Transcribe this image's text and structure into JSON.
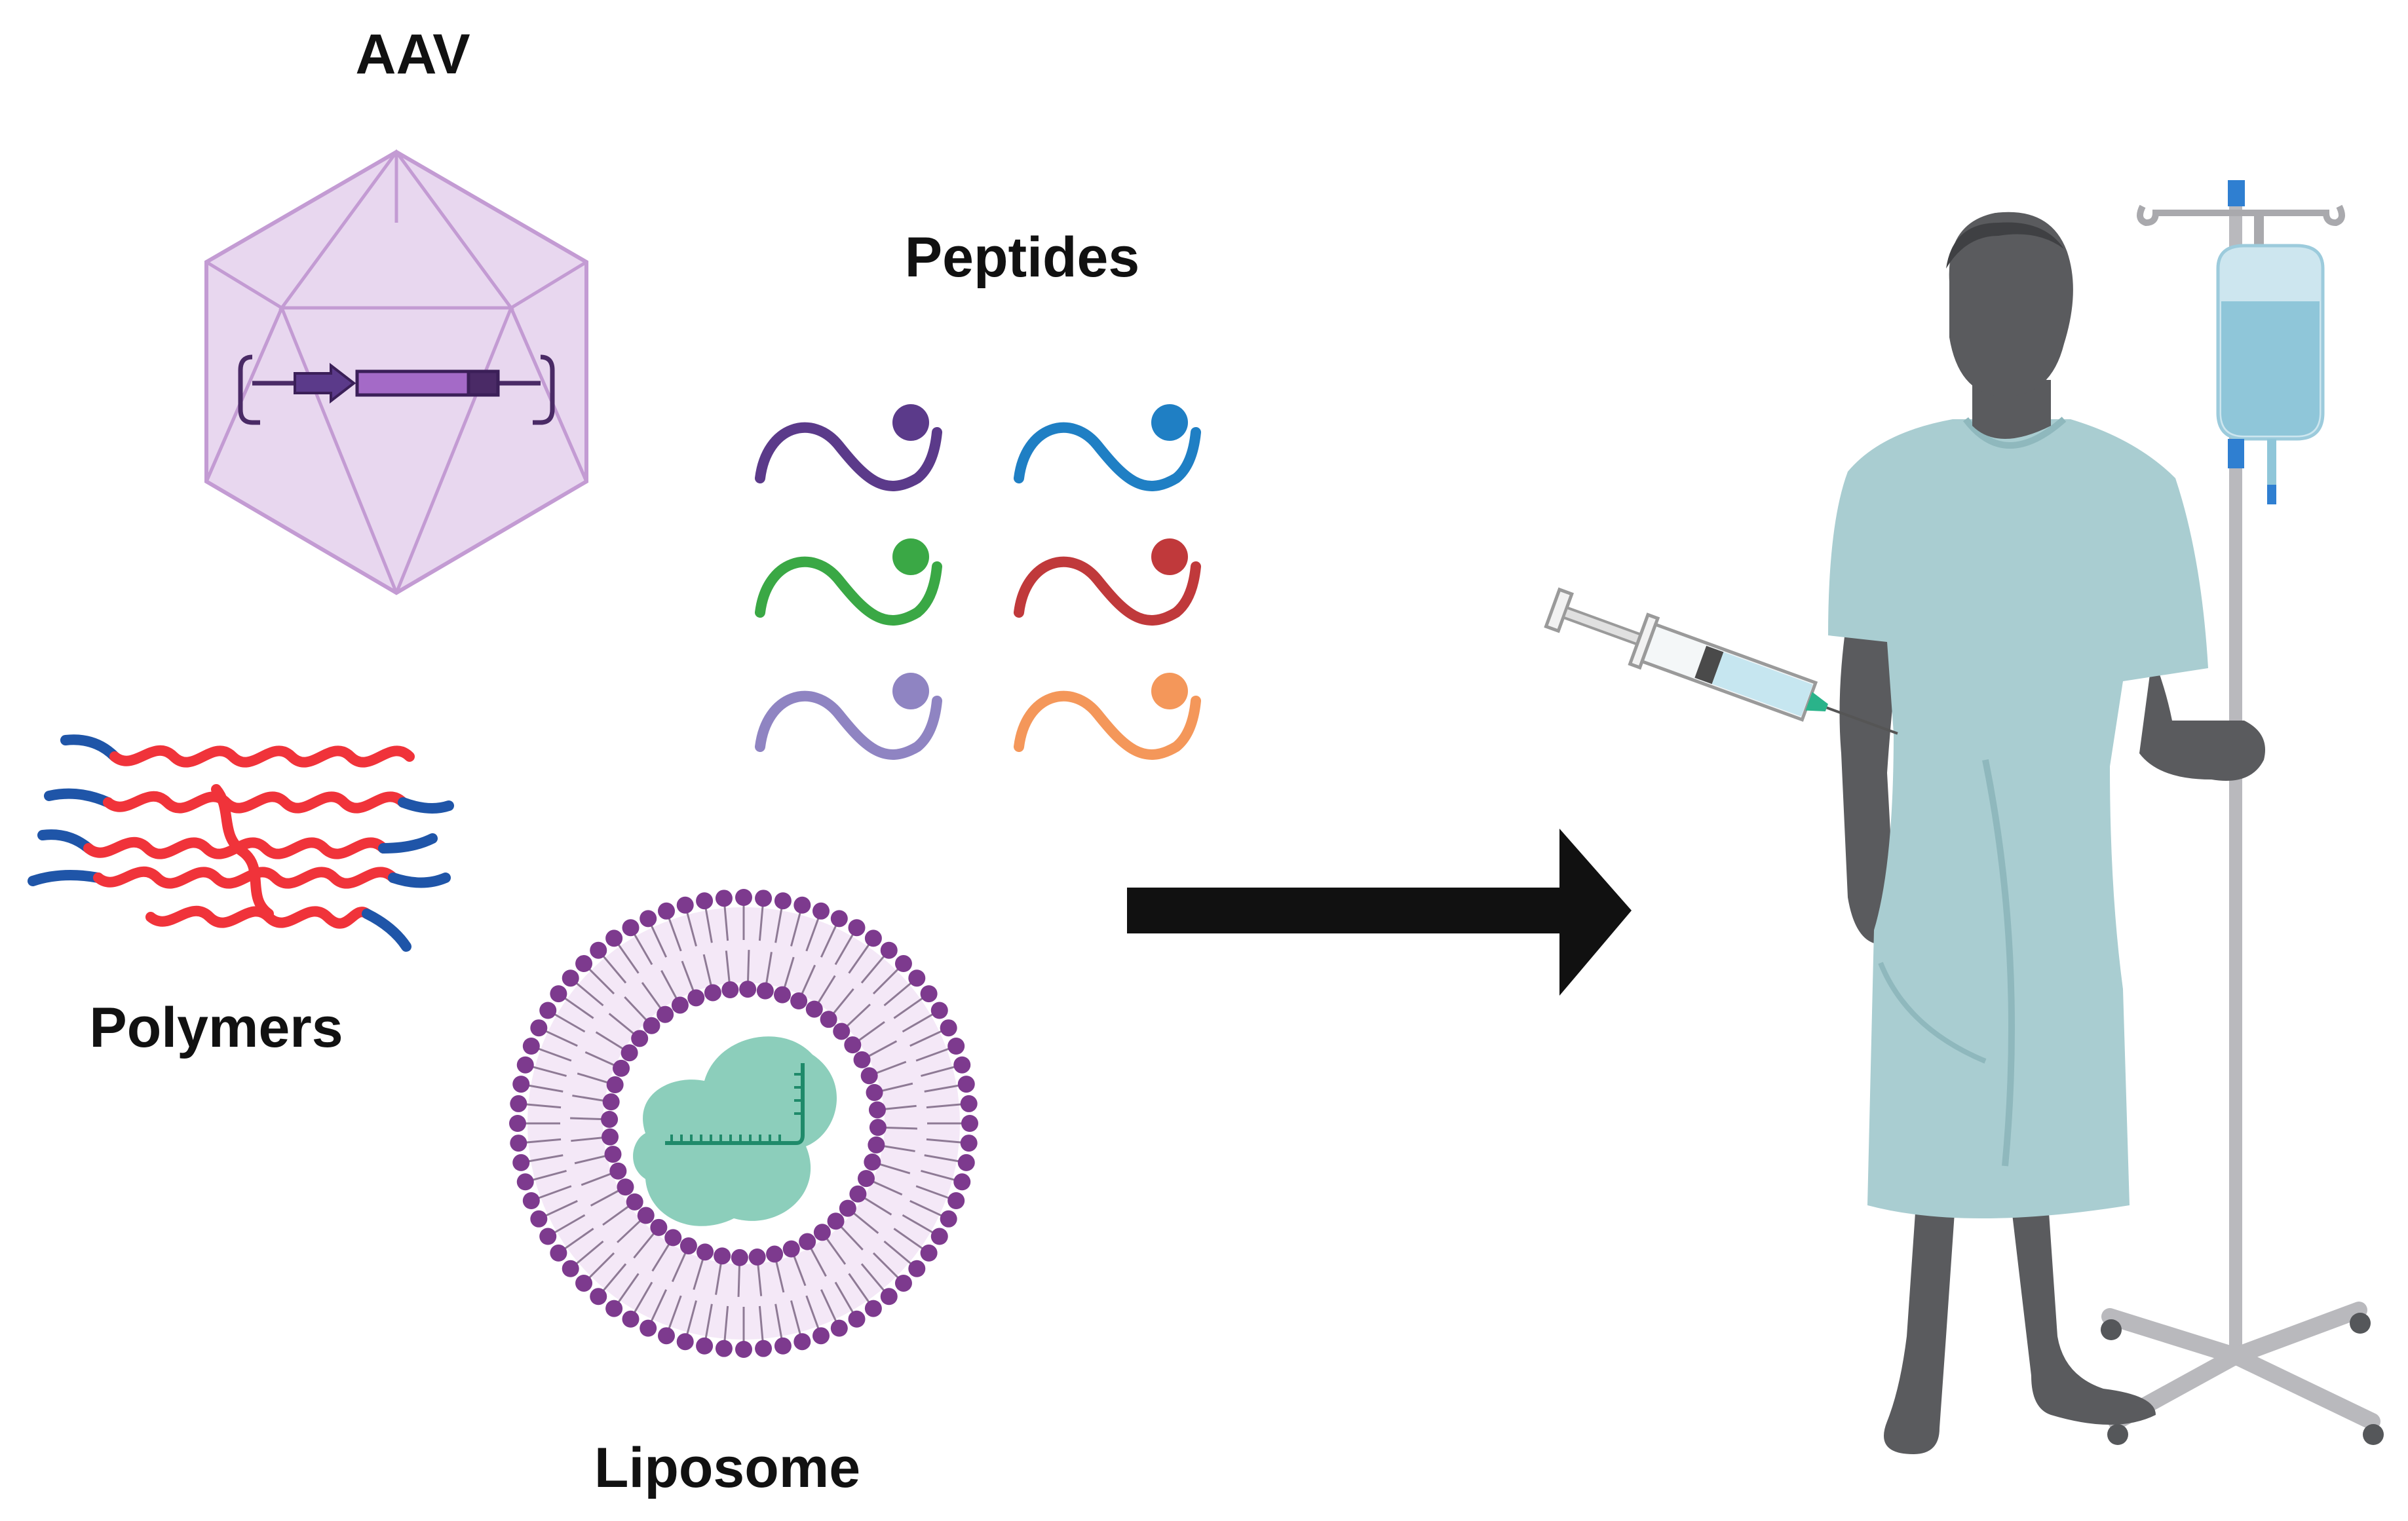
{
  "labels": {
    "aav": "AAV",
    "peptides": "Peptides",
    "polymers": "Polymers",
    "liposome": "Liposome"
  },
  "colors": {
    "aav_capsid": "#c9a2d8",
    "aav_cassette": "#9b59b6",
    "peptide_colors": [
      "#5b3a8a",
      "#1f7fc4",
      "#3aa845",
      "#c0393b",
      "#8f84c2",
      "#f4975a"
    ],
    "polymer_core": "#f0333a",
    "polymer_end": "#1f55a8",
    "liposome_head": "#7d3a8e",
    "liposome_tail": "#c7a8d1",
    "cargo": "#7fc9b4",
    "arrow": "#111111",
    "person_skin": "#5a5b5e",
    "gown": "#a9cdd1",
    "iv_bag": "#8fc6d9",
    "iv_cap": "#2f7fd1",
    "stand": "#b9b9bd"
  },
  "icons": [
    "capsid-icon",
    "peptide-icon",
    "polymer-icon",
    "liposome-icon",
    "arrow-icon",
    "patient-icon",
    "syringe-icon",
    "iv-stand-icon"
  ]
}
